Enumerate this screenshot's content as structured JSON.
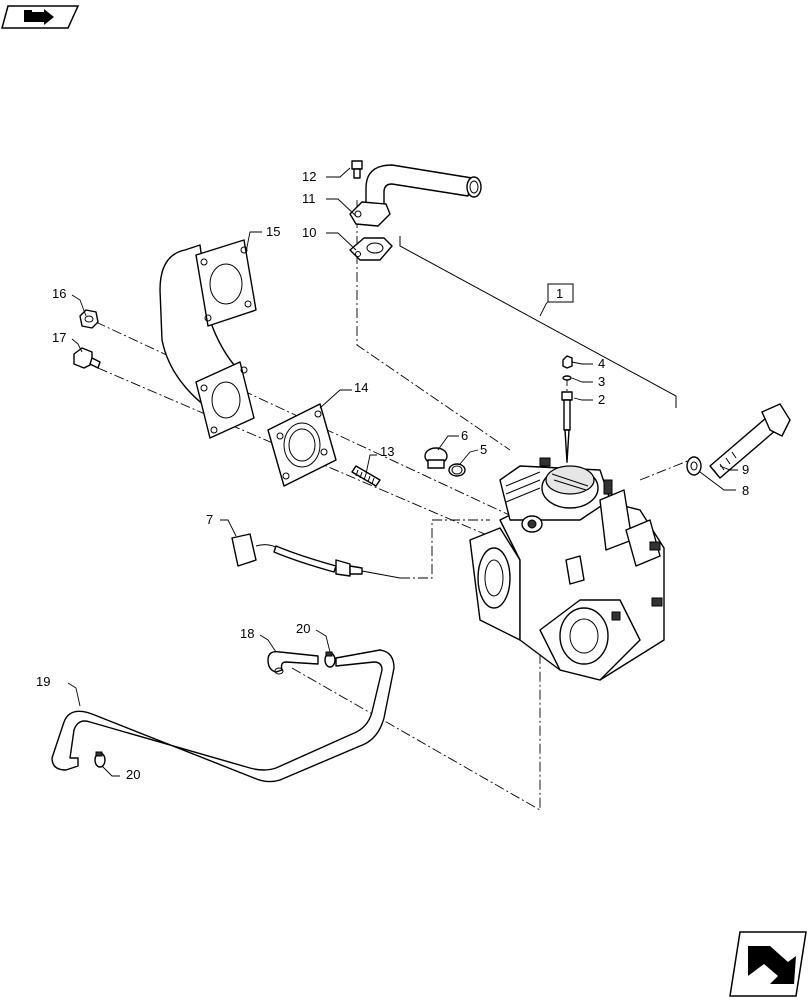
{
  "callouts": [
    {
      "id": "c1",
      "text": "1"
    },
    {
      "id": "c2",
      "text": "2"
    },
    {
      "id": "c3",
      "text": "3"
    },
    {
      "id": "c4",
      "text": "4"
    },
    {
      "id": "c5",
      "text": "5"
    },
    {
      "id": "c6",
      "text": "6"
    },
    {
      "id": "c7",
      "text": "7"
    },
    {
      "id": "c8",
      "text": "8"
    },
    {
      "id": "c9",
      "text": "9"
    },
    {
      "id": "c10",
      "text": "10"
    },
    {
      "id": "c11",
      "text": "11"
    },
    {
      "id": "c12",
      "text": "12"
    },
    {
      "id": "c13",
      "text": "13"
    },
    {
      "id": "c14",
      "text": "14"
    },
    {
      "id": "c15",
      "text": "15"
    },
    {
      "id": "c16",
      "text": "16"
    },
    {
      "id": "c17",
      "text": "17"
    },
    {
      "id": "c18",
      "text": "18"
    },
    {
      "id": "c19",
      "text": "19"
    },
    {
      "id": "c20a",
      "text": "20"
    },
    {
      "id": "c20b",
      "text": "20"
    }
  ],
  "icons": {
    "top_left": "navigate-back-icon",
    "bottom_right": "navigate-forward-icon"
  }
}
